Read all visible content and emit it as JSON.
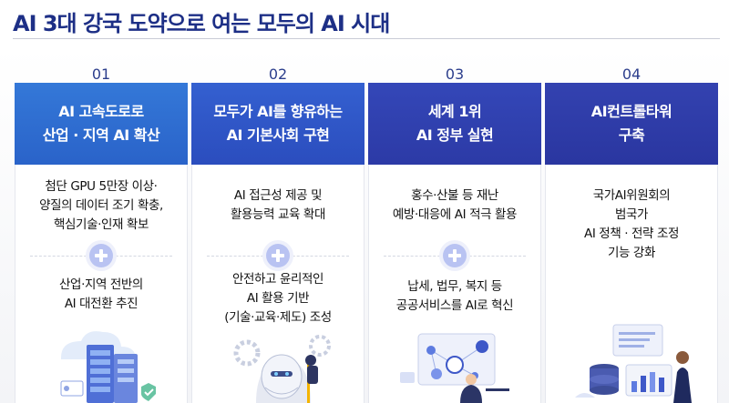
{
  "title": "AI 3대 강국 도약으로 여는 모두의 AI 시대",
  "colors": {
    "title": "#1d2f86",
    "header1": "#2d6bd1",
    "header2": "#2f52c4",
    "header3": "#2f3fae",
    "header4": "#2c3aa5",
    "plus": "#b9c3f2"
  },
  "columns": [
    {
      "number": "01",
      "header_lines": [
        "AI 고속도로로",
        "산업 · 지역 AI 확산"
      ],
      "top_lines": [
        "첨단 GPU 5만장 이상·",
        "양질의 데이터 조기 확충,",
        "핵심기술·인재 확보"
      ],
      "bottom_lines": [
        "산업·지역 전반의",
        "AI 대전환 추진"
      ],
      "illustration": "server-cloud-illustration"
    },
    {
      "number": "02",
      "header_lines": [
        "모두가 AI를 향유하는",
        "AI 기본사회 구현"
      ],
      "top_lines": [
        "AI 접근성 제공 및",
        "활용능력 교육 확대"
      ],
      "bottom_lines": [
        "안전하고 윤리적인",
        "AI 활용 기반",
        "(기술·교육·제도) 조성"
      ],
      "illustration": "robot-head-illustration"
    },
    {
      "number": "03",
      "header_lines": [
        "세계 1위",
        "AI 정부 실현"
      ],
      "top_lines": [
        "홍수·산불 등 재난",
        "예방·대응에 AI 적극 활용"
      ],
      "bottom_lines": [
        "납세, 법무, 복지 등",
        "공공서비스를 AI로 혁신"
      ],
      "illustration": "ai-network-illustration"
    },
    {
      "number": "04",
      "header_lines": [
        "AI컨트롤타워",
        "구축"
      ],
      "top_lines": [
        "국가AI위원회의",
        "범국가",
        "AI 정책 · 전략 조정",
        "기능 강화"
      ],
      "bottom_lines": [],
      "illustration": "data-dashboard-illustration"
    }
  ]
}
